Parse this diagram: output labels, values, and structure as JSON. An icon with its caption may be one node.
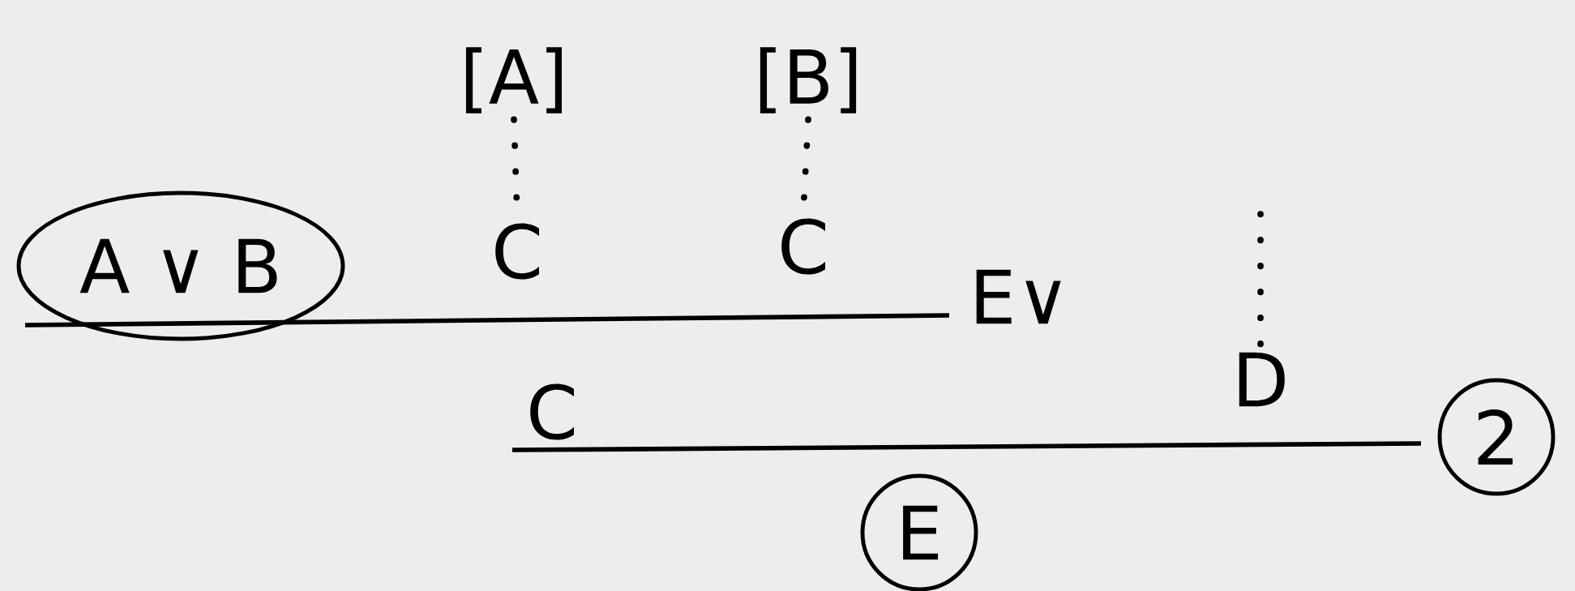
{
  "diagram": {
    "nodes": [
      {
        "text": [
          "A ∨ B"
        ]
      },
      {
        "text": [
          "[A]"
        ]
      },
      {
        "text": [
          "[B]"
        ]
      },
      {
        "text": [
          "C"
        ]
      },
      {
        "text": [
          "C"
        ]
      },
      {
        "text": [
          "D"
        ]
      },
      {
        "text": [
          "C"
        ]
      },
      {
        "text": [
          "E"
        ]
      },
      {
        "text": [
          "2"
        ]
      }
    ],
    "edges": [
      {
        "from": 1,
        "to": 3,
        "arrow": "none",
        "style": "dashed"
      },
      {
        "from": 2,
        "to": 4,
        "arrow": "none",
        "style": "dashed"
      },
      {
        "from": null,
        "to": 5,
        "arrow": "none",
        "style": "dashed"
      }
    ],
    "labels": [
      "E∨"
    ]
  }
}
